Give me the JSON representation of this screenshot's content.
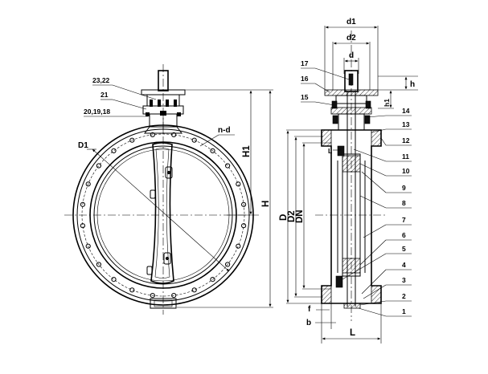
{
  "front_view": {
    "callouts": [
      "23,22",
      "21",
      "20,19,18"
    ],
    "dims": {
      "nd": "n-d",
      "d1": "D1",
      "h1": "H1",
      "h": "H"
    }
  },
  "side_view": {
    "top_dims": {
      "d1": "d1",
      "d2": "d2",
      "d": "d"
    },
    "right_dims": {
      "h": "h",
      "h1": "h1"
    },
    "left_dims": {
      "D": "D",
      "D2": "D2",
      "DN": "DN",
      "L_small": "L"
    },
    "bottom_dims": {
      "f": "f",
      "b": "b",
      "L": "L"
    },
    "left_callouts": [
      "17",
      "16",
      "15"
    ],
    "right_callouts": [
      "14",
      "13",
      "12",
      "11",
      "10",
      "9",
      "8",
      "7",
      "6",
      "5",
      "4",
      "3",
      "2",
      "1"
    ]
  }
}
